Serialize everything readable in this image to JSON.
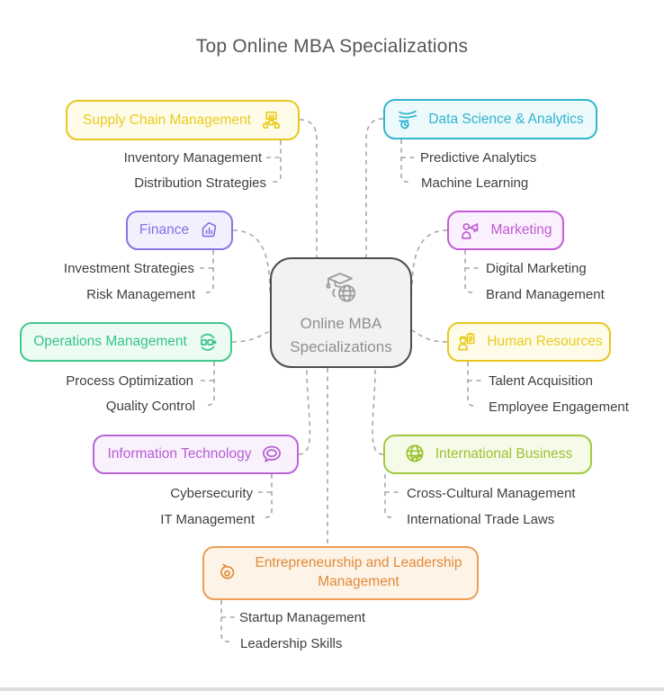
{
  "title": "Top Online MBA Specializations",
  "colors": {
    "connector": "#a8a8a8",
    "title_text": "#56575a",
    "sub_text": "#3f3f3f"
  },
  "center": {
    "label_line1": "Online MBA",
    "label_line2": "Specializations",
    "icon": "graduation-cap-globe-icon",
    "border": "#4e4e4e",
    "bg": "#f2f2f2",
    "text": "#8f8f8f",
    "icon_color": "#9b9b9b"
  },
  "branches": [
    {
      "id": "supply-chain",
      "label": "Supply Chain Management",
      "icon": "warehouse-network-icon",
      "border": "#e7c71f",
      "bg": "#fefce9",
      "text": "#e9cc20",
      "children": [
        "Inventory Management",
        "Distribution Strategies"
      ]
    },
    {
      "id": "data-science",
      "label": "Data Science & Analytics",
      "icon": "data-streams-clock-icon",
      "border": "#33b6cf",
      "bg": "#ecfafc",
      "text": "#2fb3cd",
      "children": [
        "Predictive Analytics",
        "Machine Learning"
      ]
    },
    {
      "id": "finance",
      "label": "Finance",
      "icon": "hand-chart-icon",
      "border": "#8577e6",
      "bg": "#f2f0fd",
      "text": "#8172e4",
      "children": [
        "Investment Strategies",
        "Risk Management"
      ]
    },
    {
      "id": "marketing",
      "label": "Marketing",
      "icon": "person-megaphone-icon",
      "border": "#c45cd6",
      "bg": "#fbf0fd",
      "text": "#c05ad2",
      "children": [
        "Digital Marketing",
        "Brand Management"
      ]
    },
    {
      "id": "operations",
      "label": "Operations Management",
      "icon": "process-cycle-icon",
      "border": "#3fc98c",
      "bg": "#ecfbf4",
      "text": "#38c486",
      "children": [
        "Process Optimization",
        "Quality Control"
      ]
    },
    {
      "id": "human-resources",
      "label": "Human Resources",
      "icon": "person-clipboard-icon",
      "border": "#e7c71f",
      "bg": "#fefce9",
      "text": "#e9cc20",
      "children": [
        "Talent Acquisition",
        "Employee Engagement"
      ]
    },
    {
      "id": "information-technology",
      "label": "Information Technology",
      "icon": "chat-bubble-icon",
      "border": "#bb64d8",
      "bg": "#f9f1fc",
      "text": "#b65ed4",
      "children": [
        "Cybersecurity",
        "IT Management"
      ]
    },
    {
      "id": "international-business",
      "label": "International Business",
      "icon": "globe-growth-icon",
      "border": "#a0ca3e",
      "bg": "#f6fae9",
      "text": "#9ac32f",
      "children": [
        "Cross-Cultural Management",
        "International Trade Laws"
      ]
    },
    {
      "id": "entrepreneurship",
      "label": "Entrepreneurship and Leadership Management",
      "icon": "flask-innovation-icon",
      "border": "#ec9f55",
      "bg": "#fdf3e7",
      "text": "#e18a38",
      "children": [
        "Startup Management",
        "Leadership Skills"
      ]
    }
  ]
}
